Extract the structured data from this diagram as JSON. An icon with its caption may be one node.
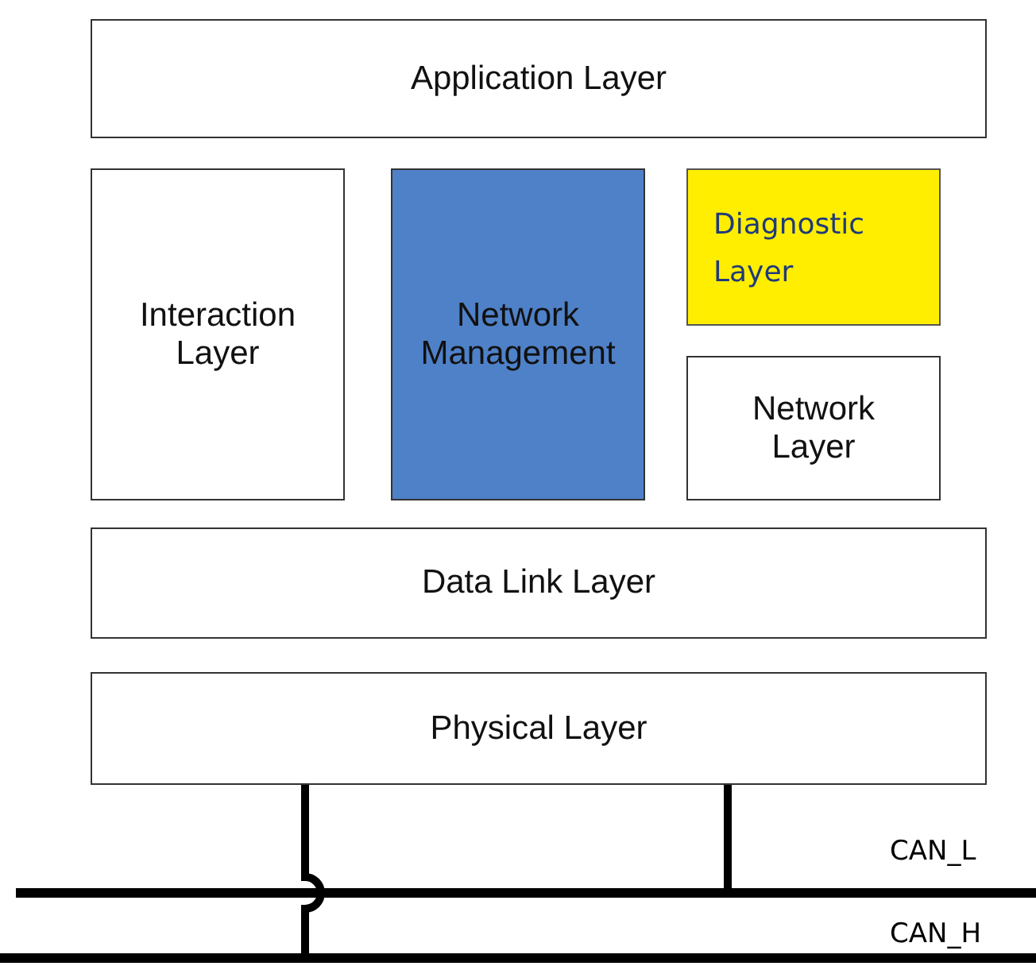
{
  "diagram": {
    "nodes": [
      {
        "text": [
          "Application Layer"
        ]
      },
      {
        "text": [
          "Interaction Layer"
        ]
      },
      {
        "text": [
          "Network Management"
        ]
      },
      {
        "text": [
          "Diagnostic Layer"
        ]
      },
      {
        "text": [
          "Network Layer"
        ]
      },
      {
        "text": [
          "Data Link Layer"
        ]
      },
      {
        "text": [
          "Physical Layer"
        ]
      },
      {
        "text": [],
        "shape": "bar",
        "beside": [
          "CAN_L"
        ]
      },
      {
        "text": [],
        "shape": "bar",
        "beside": [
          "CAN_H"
        ]
      }
    ],
    "edges": [
      {
        "from": 6,
        "to": 8,
        "arrow": "none"
      },
      {
        "from": 6,
        "to": 7,
        "arrow": "none"
      }
    ]
  }
}
